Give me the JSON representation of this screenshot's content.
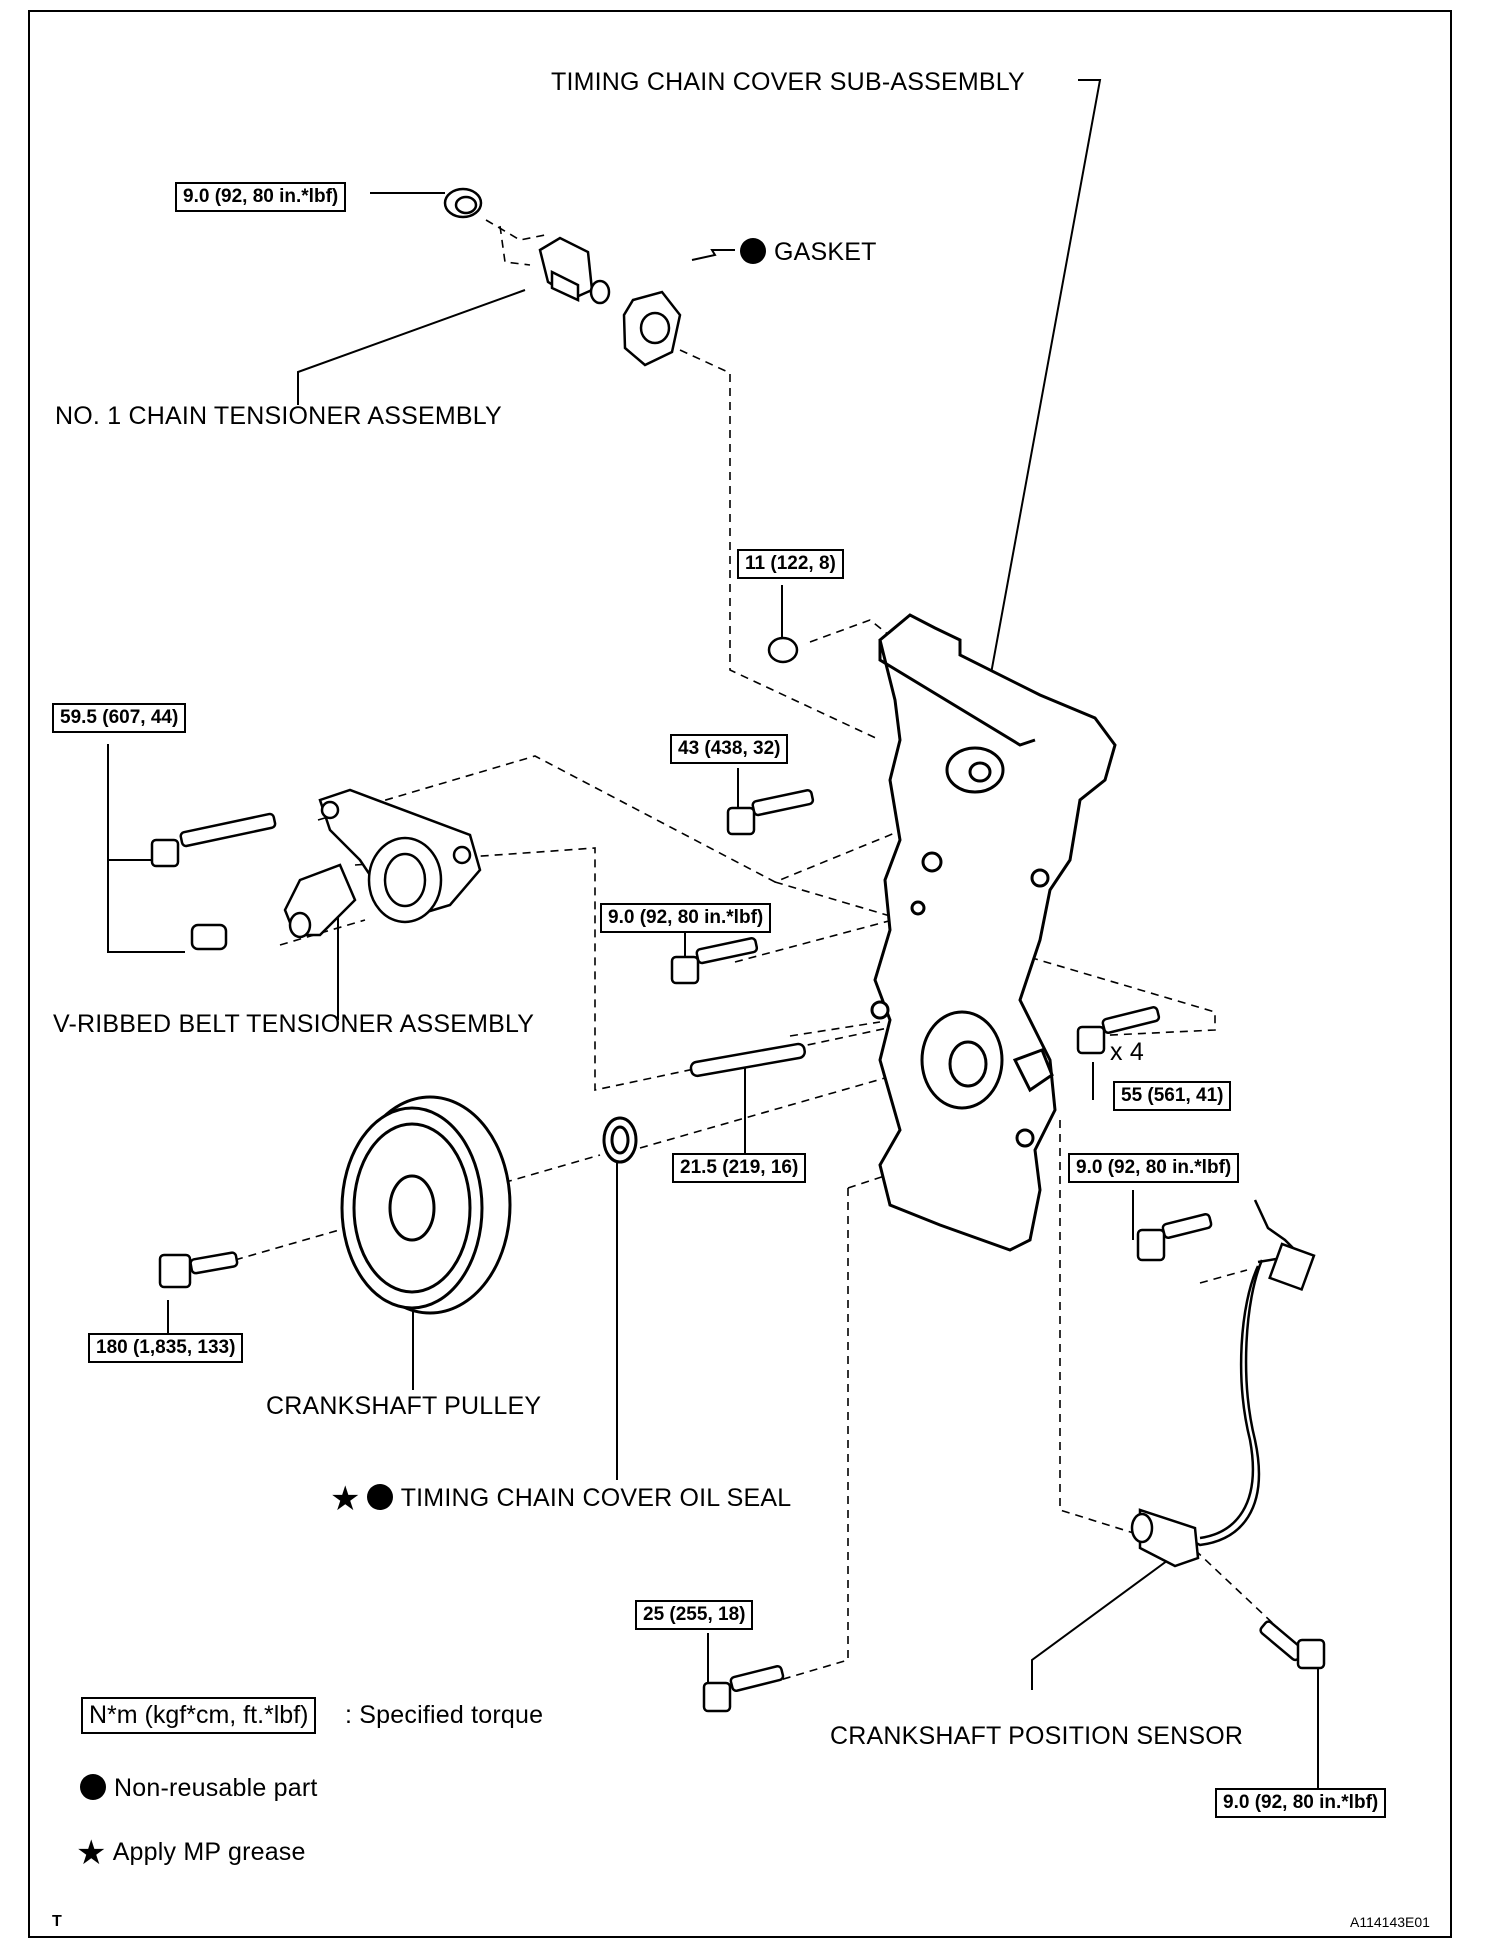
{
  "labels": {
    "timing_chain_cover": "TIMING CHAIN COVER SUB-ASSEMBLY",
    "gasket": "GASKET",
    "chain_tensioner": "NO. 1 CHAIN TENSIONER ASSEMBLY",
    "v_ribbed_tensioner": "V-RIBBED BELT TENSIONER ASSEMBLY",
    "crankshaft_pulley": "CRANKSHAFT PULLEY",
    "oil_seal": "TIMING CHAIN COVER OIL SEAL",
    "crank_sensor": "CRANKSHAFT POSITION SENSOR",
    "x4": "x 4"
  },
  "torques": {
    "tensioner_nut": "9.0 (92, 80 in.*lbf)",
    "cover_nut_11": "11 (122, 8)",
    "tensioner_bolts": "59.5 (607, 44)",
    "bolt_43": "43 (438, 32)",
    "cover_bolt_9": "9.0 (92, 80 in.*lbf)",
    "bolts_55": "55 (561, 41)",
    "stud_21": "21.5 (219, 16)",
    "sensor_bolt_upper": "9.0 (92, 80 in.*lbf)",
    "pulley_bolt": "180 (1,835, 133)",
    "bolt_25": "25 (255, 18)",
    "sensor_bolt_lower": "9.0 (92, 80 in.*lbf)"
  },
  "legend": {
    "torque_unit": "N*m (kgf*cm, ft.*lbf)",
    "torque_text": ": Specified torque",
    "non_reusable": "Non-reusable part",
    "mp_grease": "Apply MP grease"
  },
  "corner": {
    "left": "T",
    "right": "A114143E01"
  }
}
